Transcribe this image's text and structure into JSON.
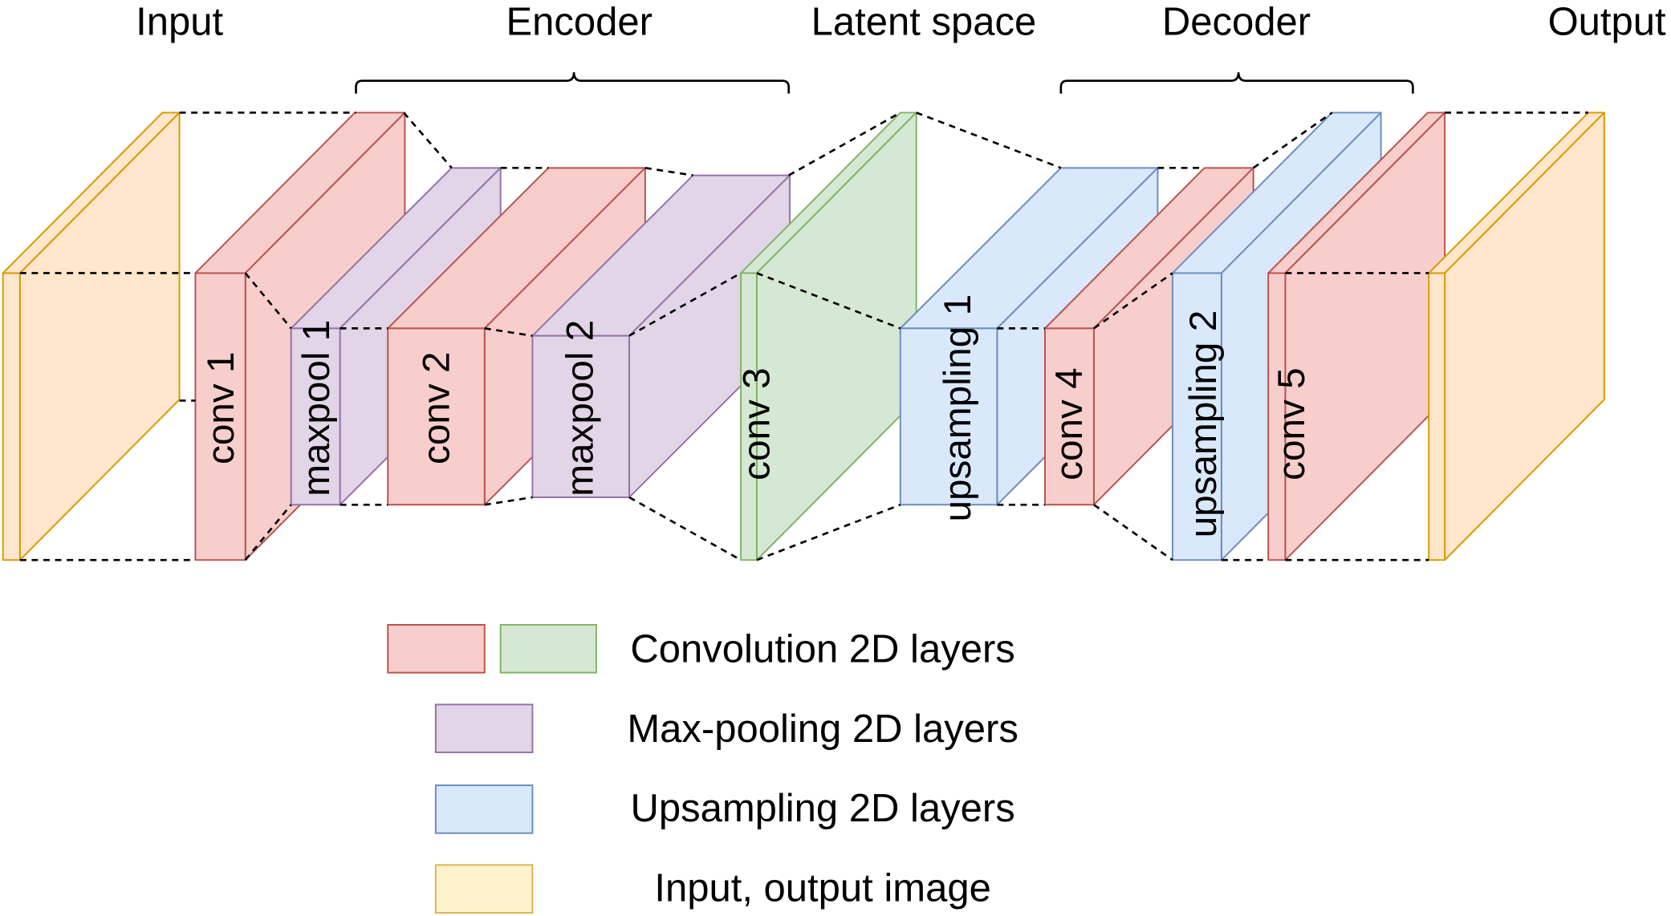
{
  "top_labels": {
    "input": "Input",
    "encoder": "Encoder",
    "latent": "Latent space",
    "decoder": "Decoder",
    "output": "Output"
  },
  "layers": {
    "conv1": "conv 1",
    "maxpool1": "maxpool 1",
    "conv2": "conv 2",
    "maxpool2": "maxpool 2",
    "conv3": "conv 3",
    "upsampling1": "upsampling 1",
    "conv4": "conv 4",
    "upsampling2": "upsampling 2",
    "conv5": "conv 5"
  },
  "legend": {
    "convolution": "Convolution 2D layers",
    "maxpooling": "Max-pooling 2D layers",
    "upsampling": "Upsampling 2D layers",
    "io": "Input, output image"
  },
  "colors": {
    "conv_fill": "#f8cecc",
    "conv_stroke": "#b85450",
    "latent_fill": "#d5e8d4",
    "latent_stroke": "#82b366",
    "pool_fill": "#e1d5e7",
    "pool_stroke": "#9673a6",
    "up_fill": "#dae8fc",
    "up_stroke": "#6c8ebf",
    "io_fill": "#ffe6cc",
    "io_stroke": "#d79b00"
  }
}
